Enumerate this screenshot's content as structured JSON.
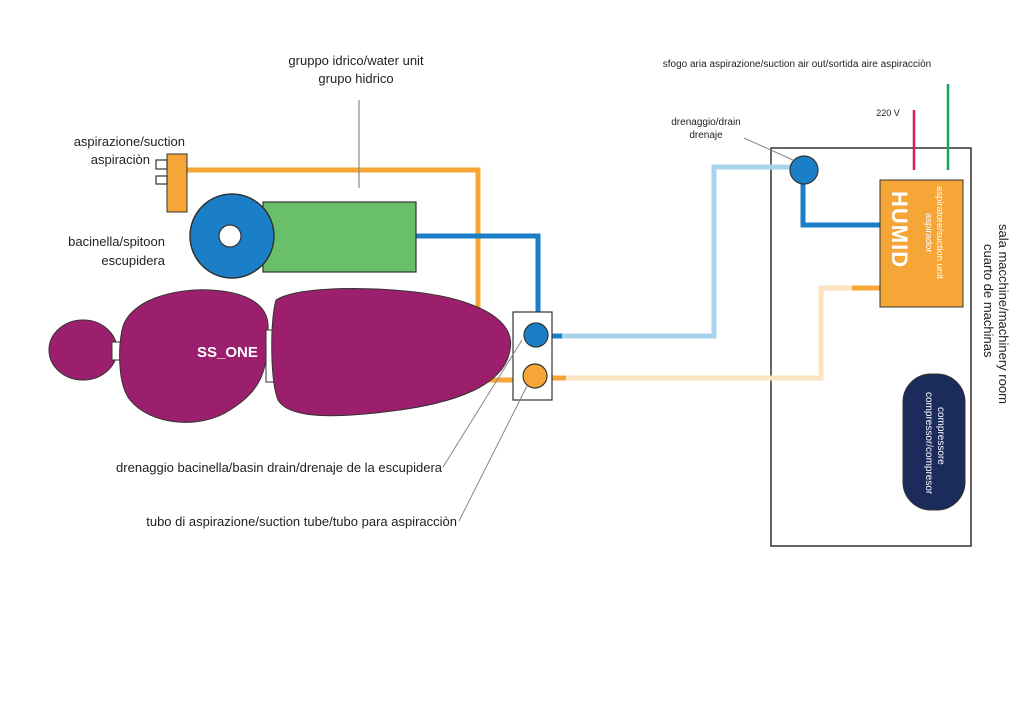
{
  "labels": {
    "water_unit_1": "gruppo idrico/water unit",
    "water_unit_2": "grupo hidrico",
    "suction_1": "aspirazione/suction",
    "suction_2": "aspiraciòn",
    "spitoon_1": "bacinella/spitoon",
    "spitoon_2": "escupidera",
    "chair": "SS_ONE",
    "basin_drain": "drenaggio bacinella/basin drain/drenaje de la escupidera",
    "suction_tube": "tubo di aspirazione/suction tube/tubo para aspiracciòn",
    "air_out": "sfogo aria aspirazione/suction air out/sortida aire aspiracciòn",
    "voltage": "220 V",
    "drain_1": "drenaggio/drain",
    "drain_2": "drenaje",
    "humid": "HUMID",
    "suction_unit_1": "aspiratore/suction unit",
    "suction_unit_2": "aspirador",
    "compressor_1": "compressore",
    "compressor_2": "compressor/compresor",
    "room_1": "sala macchine/machinery room",
    "room_2": "cuarto de machinas"
  },
  "colors": {
    "orange": "#f6a637",
    "orange_light": "#fbe3c2",
    "blue": "#1a7fc6",
    "blue_light": "#a8d3ec",
    "green": "#6abf69",
    "purple": "#9c1f6e",
    "navy": "#1a2b5c",
    "red_wire": "#d7205a",
    "green_wire": "#1aa05a",
    "line": "#333333"
  }
}
